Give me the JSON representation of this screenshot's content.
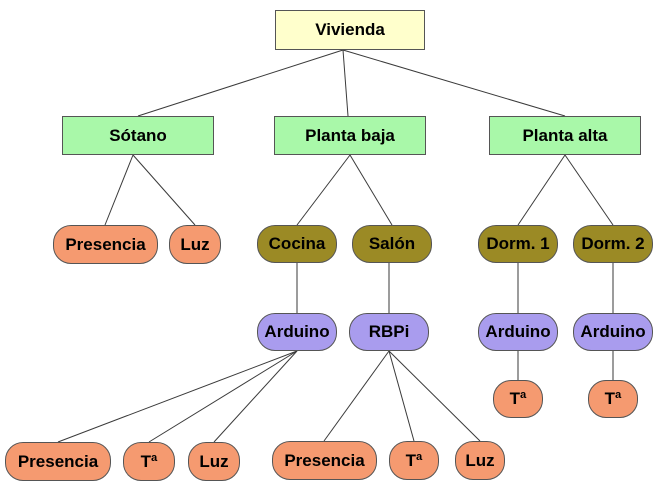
{
  "colors": {
    "root": "#ffffcc",
    "level1": "#a9f8a9",
    "rooms": "#9b8a25",
    "controllers": "#a99cee",
    "sensors": "#f59a70"
  },
  "nodes": {
    "vivienda": "Vivienda",
    "sotano": "Sótano",
    "planta_baja": "Planta baja",
    "planta_alta": "Planta alta",
    "sotano_presencia": "Presencia",
    "sotano_luz": "Luz",
    "cocina": "Cocina",
    "salon": "Salón",
    "dorm1": "Dorm. 1",
    "dorm2": "Dorm. 2",
    "cocina_arduino": "Arduino",
    "salon_rbpi": "RBPi",
    "dorm1_arduino": "Arduino",
    "dorm2_arduino": "Arduino",
    "dorm1_temp": "Tª",
    "dorm2_temp": "Tª",
    "cocina_presencia": "Presencia",
    "cocina_temp": "Tª",
    "cocina_luz": "Luz",
    "salon_presencia": "Presencia",
    "salon_temp": "Tª",
    "salon_luz": "Luz"
  }
}
